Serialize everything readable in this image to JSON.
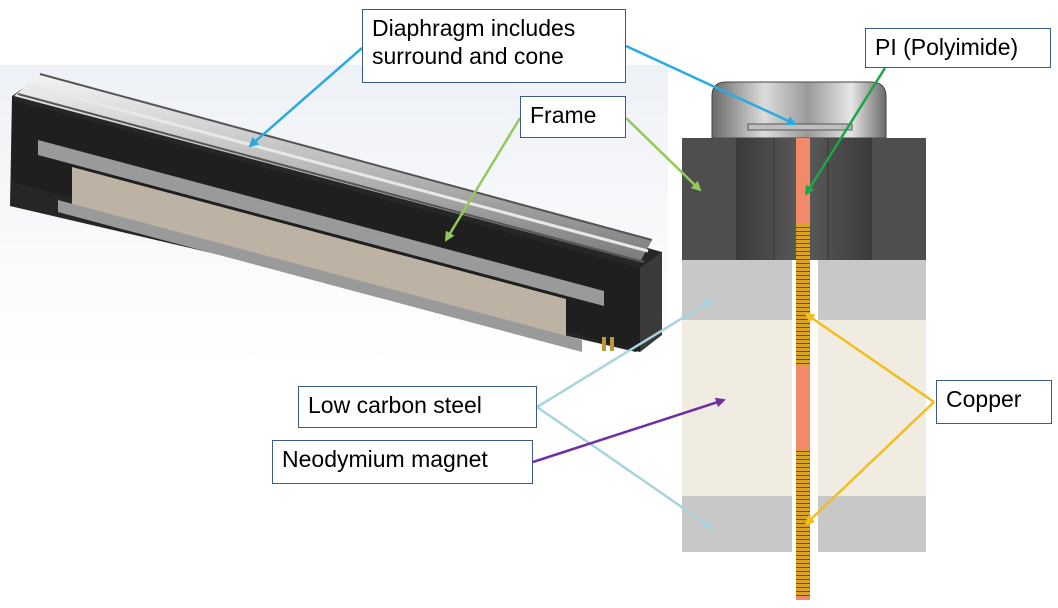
{
  "labels": {
    "diaphragm": {
      "line1": "Diaphragm includes",
      "line2": "surround and cone"
    },
    "frame": "Frame",
    "pi": "PI (Polyimide)",
    "copper": "Copper",
    "steel": "Low carbon steel",
    "magnet": "Neodymium magnet"
  },
  "colors": {
    "diaphragm_arrow": "#29abe2",
    "frame_arrow": "#92c95a",
    "pi_arrow": "#1aa64a",
    "copper_arrow": "#f2bd1d",
    "steel_arrow": "#a9d3de",
    "magnet_arrow": "#7030a0",
    "frame_fill": "#4e4e4e",
    "steel_fill": "#c8c8c8",
    "magnet_fill": "#f1ece1",
    "pi_fill": "#f08a6a",
    "copper_fill": "#d9a520"
  }
}
